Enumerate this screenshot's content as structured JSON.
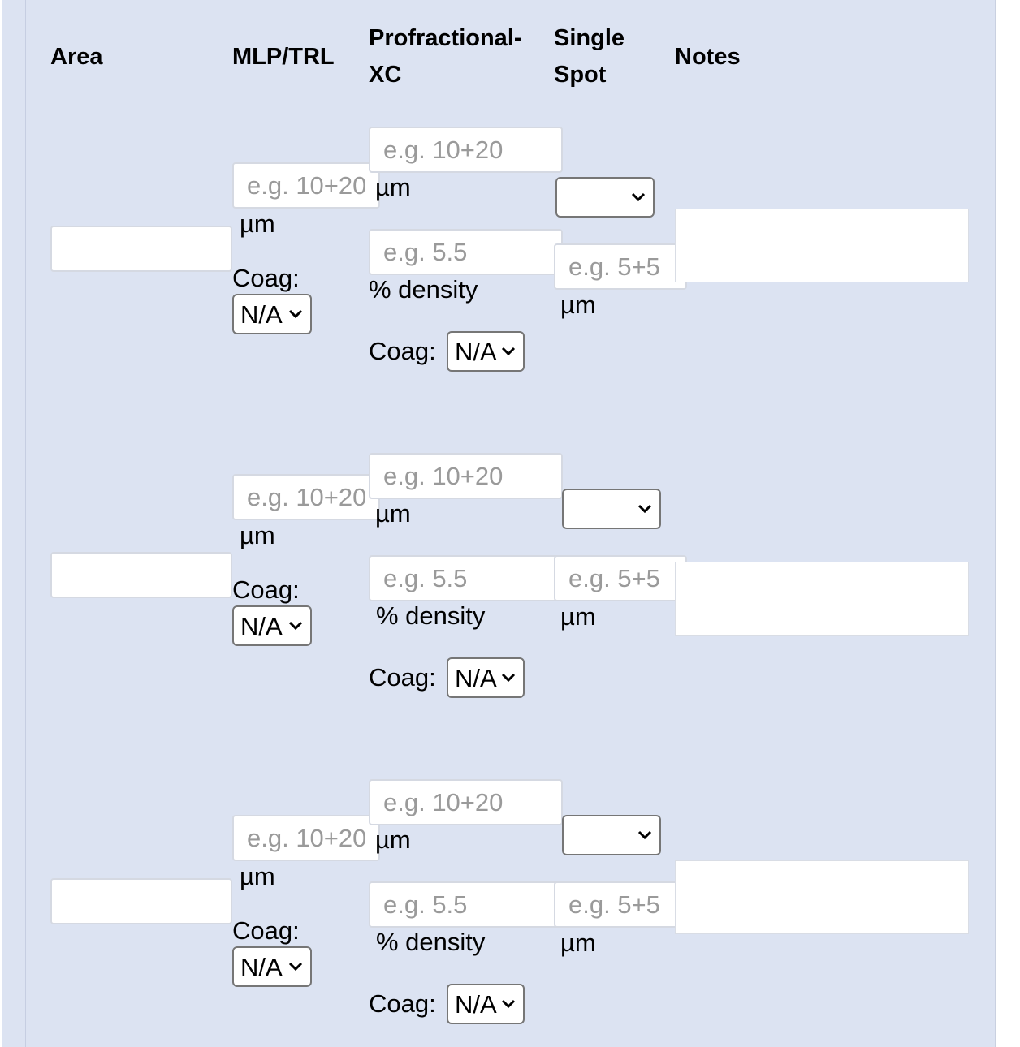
{
  "headers": {
    "area": "Area",
    "mlp_trl": "MLP/TRL",
    "profractional_line1": "Profractional-",
    "profractional_line2": "XC",
    "single_spot_line1": "Single",
    "single_spot_line2": "Spot",
    "notes": "Notes"
  },
  "rows": [
    {
      "mlp_placeholder": "e.g. 10+20",
      "mlp_unit": "µm",
      "mlp_coag_label": "Coag:",
      "mlp_coag_value": "N/A",
      "pf_depth_placeholder": "e.g. 10+20",
      "pf_depth_unit": "µm",
      "pf_density_placeholder": "e.g. 5.5",
      "pf_density_unit": "% density",
      "pf_coag_label": "Coag:",
      "pf_coag_value": "N/A",
      "ss_select_value": "",
      "ss_placeholder": "e.g. 5+5",
      "ss_unit": "µm"
    },
    {
      "mlp_placeholder": "e.g. 10+20",
      "mlp_unit": "µm",
      "mlp_coag_label": "Coag:",
      "mlp_coag_value": "N/A",
      "pf_depth_placeholder": "e.g. 10+20",
      "pf_depth_unit": "µm",
      "pf_density_placeholder": "e.g. 5.5",
      "pf_density_unit": "% density",
      "pf_coag_label": "Coag:",
      "pf_coag_value": "N/A",
      "ss_select_value": "",
      "ss_placeholder": "e.g. 5+5",
      "ss_unit": "µm"
    },
    {
      "mlp_placeholder": "e.g. 10+20",
      "mlp_unit": "µm",
      "mlp_coag_label": "Coag:",
      "mlp_coag_value": "N/A",
      "pf_depth_placeholder": "e.g. 10+20",
      "pf_depth_unit": "µm",
      "pf_density_placeholder": "e.g. 5.5",
      "pf_density_unit": "% density",
      "pf_coag_label": "Coag:",
      "pf_coag_value": "N/A",
      "ss_select_value": "",
      "ss_placeholder": "e.g. 5+5",
      "ss_unit": "µm"
    }
  ]
}
